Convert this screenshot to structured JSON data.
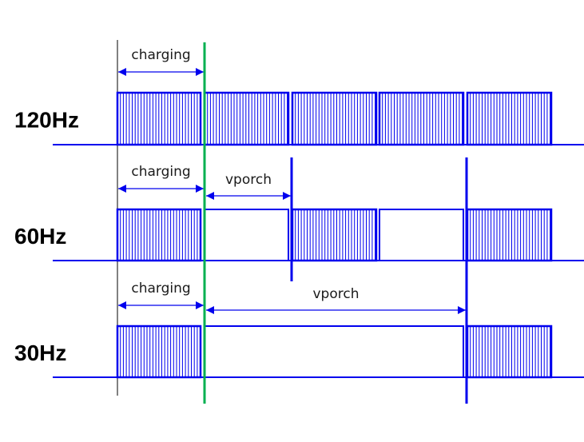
{
  "colors": {
    "signal": "#0000ee",
    "sync_line": "#00b050",
    "ref_line": "#000000"
  },
  "rows": [
    {
      "label": "120Hz",
      "frames": [
        "hatched",
        "hatched",
        "hatched",
        "hatched",
        "hatched"
      ],
      "annotations": [
        {
          "text": "charging",
          "span": "charging"
        }
      ]
    },
    {
      "label": "60Hz",
      "frames": [
        "hatched",
        "empty",
        "hatched",
        "empty",
        "hatched"
      ],
      "annotations": [
        {
          "text": "charging",
          "span": "charging"
        },
        {
          "text": "vporch",
          "span": "vporch-short"
        }
      ]
    },
    {
      "label": "30Hz",
      "frames": [
        "hatched",
        "empty",
        "empty",
        "empty",
        "hatched"
      ],
      "annotations": [
        {
          "text": "charging",
          "span": "charging"
        },
        {
          "text": "vporch",
          "span": "vporch-long"
        }
      ]
    }
  ]
}
